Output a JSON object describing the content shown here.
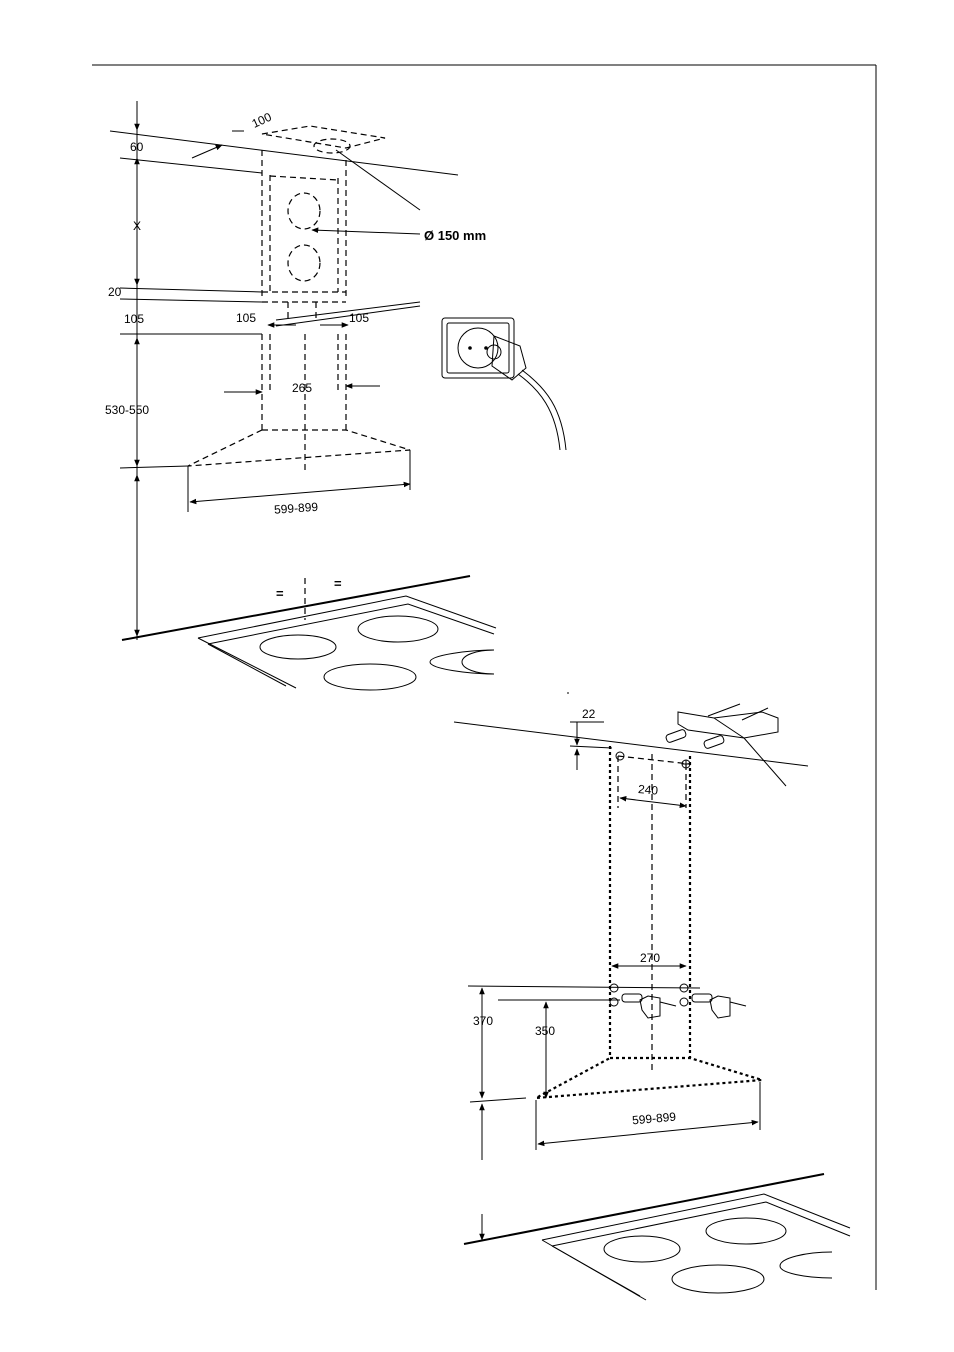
{
  "figure_top": {
    "labels": {
      "dim_100": "100",
      "dim_60": "60",
      "dim_x": "X",
      "duct_diameter": "Ø 150 mm",
      "dim_20": "20",
      "dim_105_left": "105",
      "dim_105_inner_left": "105",
      "dim_105_inner_right": "105",
      "dim_265": "265",
      "dim_530_550": "530-550",
      "dim_599_899": "599-899",
      "equal_left": "=",
      "equal_right": "="
    }
  },
  "figure_bottom": {
    "labels": {
      "dim_22": "22",
      "dim_240": "240",
      "dim_270": "270",
      "dim_370": "370",
      "dim_350": "350",
      "dim_599_899": "599-899"
    }
  }
}
